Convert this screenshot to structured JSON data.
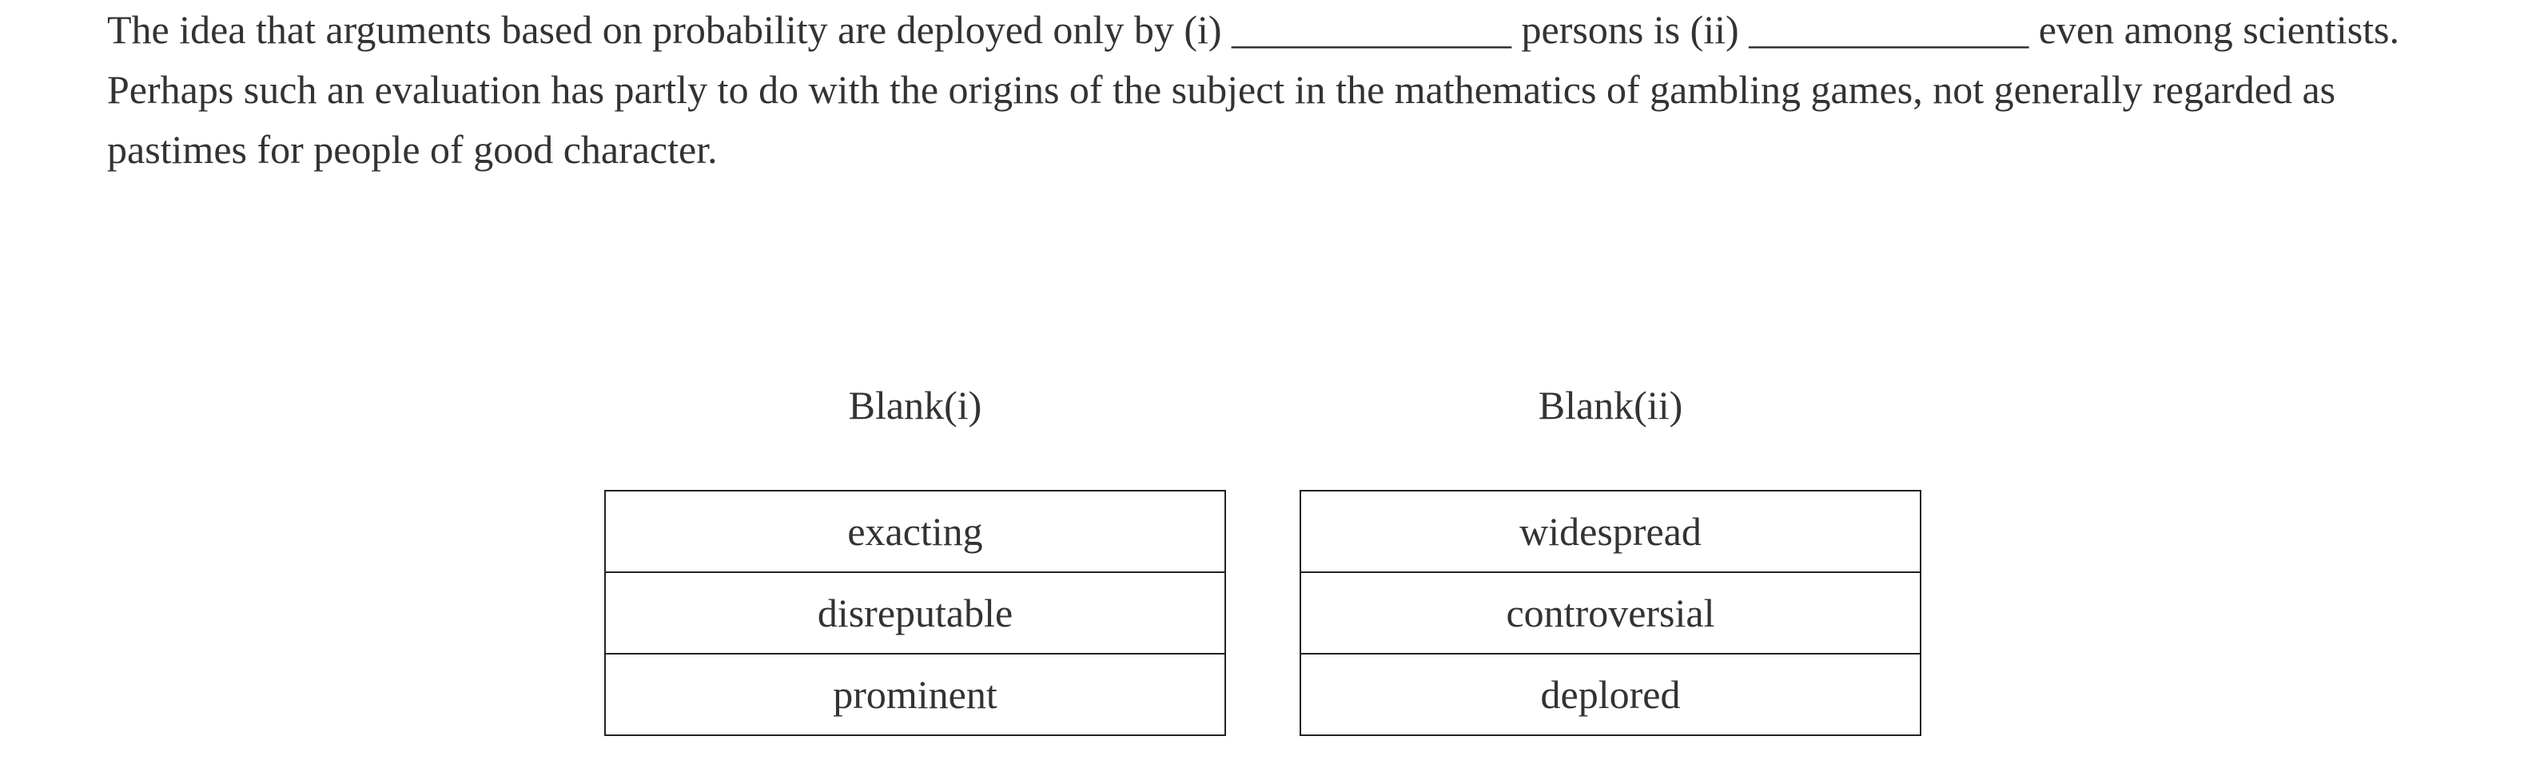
{
  "passage": {
    "part1": "The idea that arguments based on probability are deployed only by (i) ",
    "blank_i": "______________",
    "part2": " persons is (ii) ",
    "blank_ii": "______________",
    "part3": " even among scientists. Perhaps such an evaluation has partly to do with the origins of the subject in the mathematics of gambling games, not generally regarded as pastimes for people of good character."
  },
  "blank_i": {
    "header": "Blank(i)",
    "options": [
      "exacting",
      "disreputable",
      "prominent"
    ]
  },
  "blank_ii": {
    "header": "Blank(ii)",
    "options": [
      "widespread",
      "controversial",
      "deplored"
    ]
  }
}
